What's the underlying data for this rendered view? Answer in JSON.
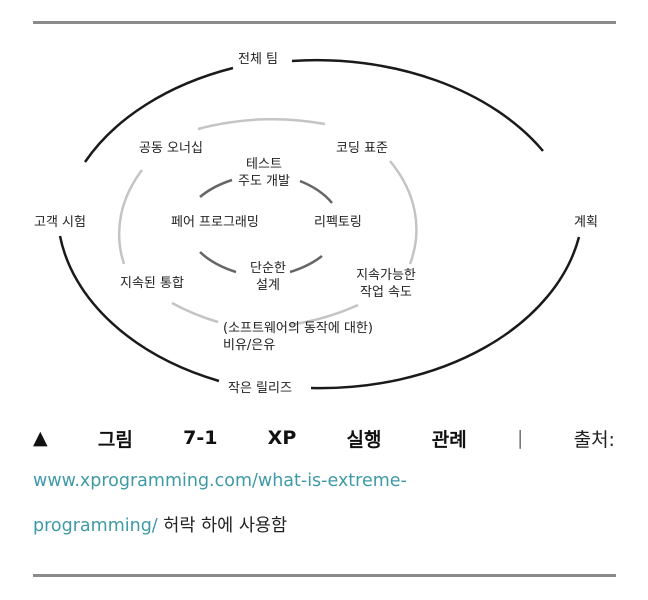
{
  "diagram": {
    "outer_ring": {
      "top": "전체 팀",
      "left": "고객 시험",
      "right": "계획",
      "bottom": "작은 릴리즈"
    },
    "middle_ring": {
      "top_left": "공동 오너십",
      "top_right": "코딩 표준",
      "bottom_left": "지속된 통합",
      "bottom_right_line1": "지속가능한",
      "bottom_right_line2": "작업 속도",
      "bottom_line1": "(소프트웨어의 동작에 대한)",
      "bottom_line2": "비유/은유"
    },
    "inner_ring": {
      "top_line1": "테스트",
      "top_line2": "주도 개발",
      "left": "페어 프로그래밍",
      "right": "리펙토링",
      "bottom_line1": "단순한",
      "bottom_line2": "설계"
    },
    "colors": {
      "outer": "#1a1a1a",
      "middle": "#c4c4c4",
      "inner": "#666666"
    }
  },
  "caption": {
    "marker": "▲",
    "parts": [
      "그림",
      "7-1",
      "XP",
      "실행",
      "관례"
    ],
    "separator": "|",
    "source_label": "출처:",
    "url_line1": "www.xprogramming.com/what-is-extreme-",
    "url_line2": "programming/",
    "permission": "허락 하에 사용함"
  }
}
